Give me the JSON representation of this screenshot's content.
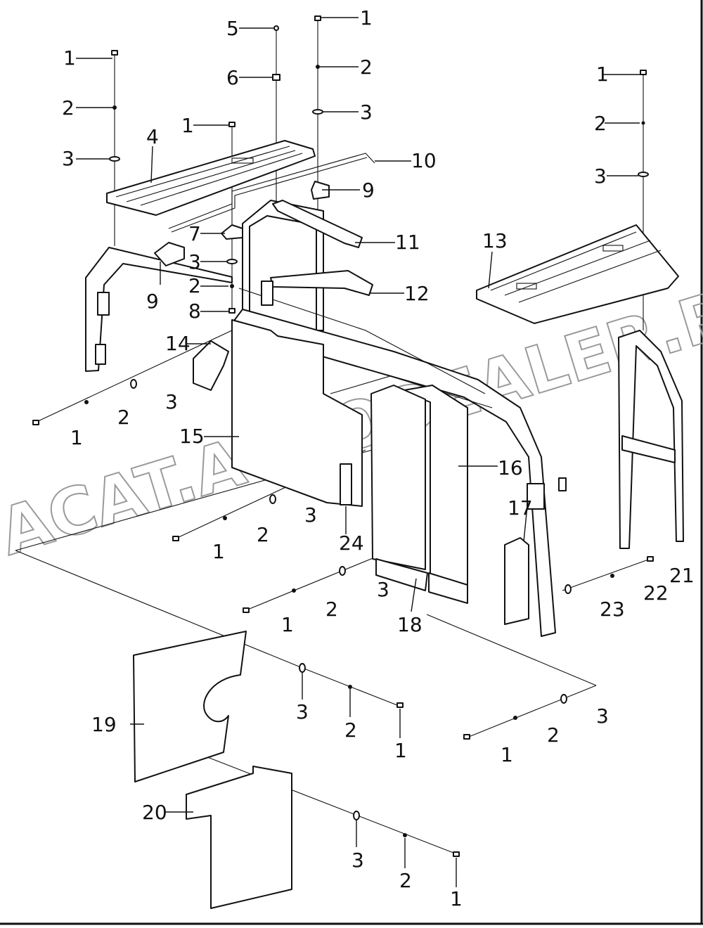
{
  "diagram": {
    "watermark": "ACAT.AUTODEALER.RU",
    "callouts": [
      {
        "id": "c1a",
        "text": "1"
      },
      {
        "id": "c5",
        "text": "5"
      },
      {
        "id": "c2a",
        "text": "2"
      },
      {
        "id": "c6",
        "text": "6"
      },
      {
        "id": "c3a",
        "text": "3"
      },
      {
        "id": "c1b",
        "text": "1"
      },
      {
        "id": "c2b",
        "text": "2"
      },
      {
        "id": "c3b",
        "text": "3"
      },
      {
        "id": "c4",
        "text": "4"
      },
      {
        "id": "c1c",
        "text": "1"
      },
      {
        "id": "c10",
        "text": "10"
      },
      {
        "id": "c9a",
        "text": "9"
      },
      {
        "id": "c1d",
        "text": "1"
      },
      {
        "id": "c2d",
        "text": "2"
      },
      {
        "id": "c3d",
        "text": "3"
      },
      {
        "id": "c7",
        "text": "7"
      },
      {
        "id": "c3e",
        "text": "3"
      },
      {
        "id": "c11",
        "text": "11"
      },
      {
        "id": "c13",
        "text": "13"
      },
      {
        "id": "c9b",
        "text": "9"
      },
      {
        "id": "c2e",
        "text": "2"
      },
      {
        "id": "c12",
        "text": "12"
      },
      {
        "id": "c8",
        "text": "8"
      },
      {
        "id": "c14",
        "text": "14"
      },
      {
        "id": "c3f",
        "text": "3"
      },
      {
        "id": "c2f",
        "text": "2"
      },
      {
        "id": "c1f",
        "text": "1"
      },
      {
        "id": "c15",
        "text": "15"
      },
      {
        "id": "c16",
        "text": "16"
      },
      {
        "id": "c17",
        "text": "17"
      },
      {
        "id": "c3g",
        "text": "3"
      },
      {
        "id": "c2g",
        "text": "2"
      },
      {
        "id": "c24",
        "text": "24"
      },
      {
        "id": "c1g",
        "text": "1"
      },
      {
        "id": "c21",
        "text": "21"
      },
      {
        "id": "c3h",
        "text": "3"
      },
      {
        "id": "c22",
        "text": "22"
      },
      {
        "id": "c2h",
        "text": "2"
      },
      {
        "id": "c23",
        "text": "23"
      },
      {
        "id": "c1h",
        "text": "1"
      },
      {
        "id": "c18",
        "text": "18"
      },
      {
        "id": "c19",
        "text": "19"
      },
      {
        "id": "c3i",
        "text": "3"
      },
      {
        "id": "c3j",
        "text": "3"
      },
      {
        "id": "c2i",
        "text": "2"
      },
      {
        "id": "c2j",
        "text": "2"
      },
      {
        "id": "c1i",
        "text": "1"
      },
      {
        "id": "c1j",
        "text": "1"
      },
      {
        "id": "c20",
        "text": "20"
      },
      {
        "id": "c3k",
        "text": "3"
      },
      {
        "id": "c2k",
        "text": "2"
      },
      {
        "id": "c1k",
        "text": "1"
      }
    ]
  }
}
